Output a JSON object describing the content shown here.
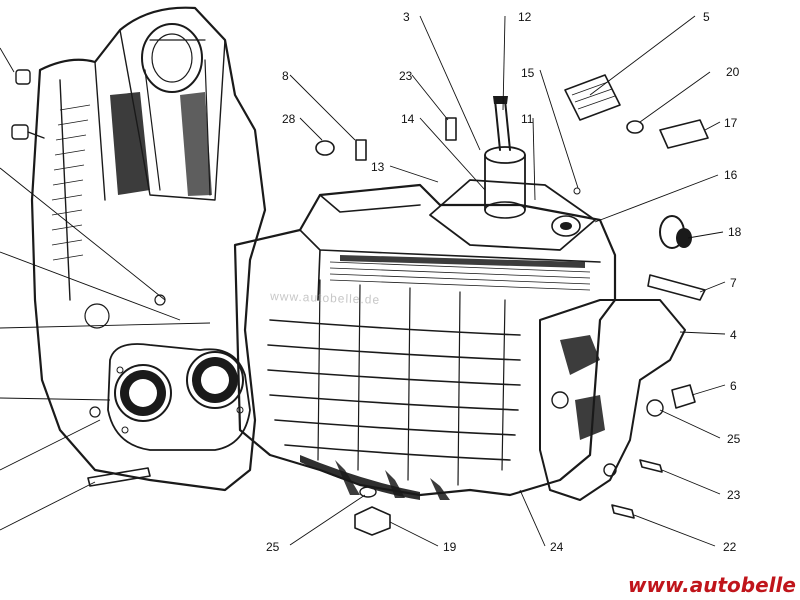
{
  "diagram": {
    "colors": {
      "ink": "#1a1a1a",
      "accent": "#c0151b",
      "background": "#ffffff"
    },
    "callouts": [
      {
        "id": "c3",
        "label": "3"
      },
      {
        "id": "c12",
        "label": "12"
      },
      {
        "id": "c5",
        "label": "5"
      },
      {
        "id": "c15",
        "label": "15"
      },
      {
        "id": "c20",
        "label": "20"
      },
      {
        "id": "c8",
        "label": "8"
      },
      {
        "id": "c23a",
        "label": "23"
      },
      {
        "id": "c28",
        "label": "28"
      },
      {
        "id": "c14",
        "label": "14"
      },
      {
        "id": "c11",
        "label": "11"
      },
      {
        "id": "c17",
        "label": "17"
      },
      {
        "id": "c13",
        "label": "13"
      },
      {
        "id": "c16",
        "label": "16"
      },
      {
        "id": "c18",
        "label": "18"
      },
      {
        "id": "c7",
        "label": "7"
      },
      {
        "id": "c4",
        "label": "4"
      },
      {
        "id": "c6",
        "label": "6"
      },
      {
        "id": "c25a",
        "label": "25"
      },
      {
        "id": "c23b",
        "label": "23"
      },
      {
        "id": "c22",
        "label": "22"
      },
      {
        "id": "c25b",
        "label": "25"
      },
      {
        "id": "c19",
        "label": "19"
      },
      {
        "id": "c24",
        "label": "24"
      }
    ],
    "watermark": "www.autobelle.de",
    "site_label": "www.autobelle"
  }
}
